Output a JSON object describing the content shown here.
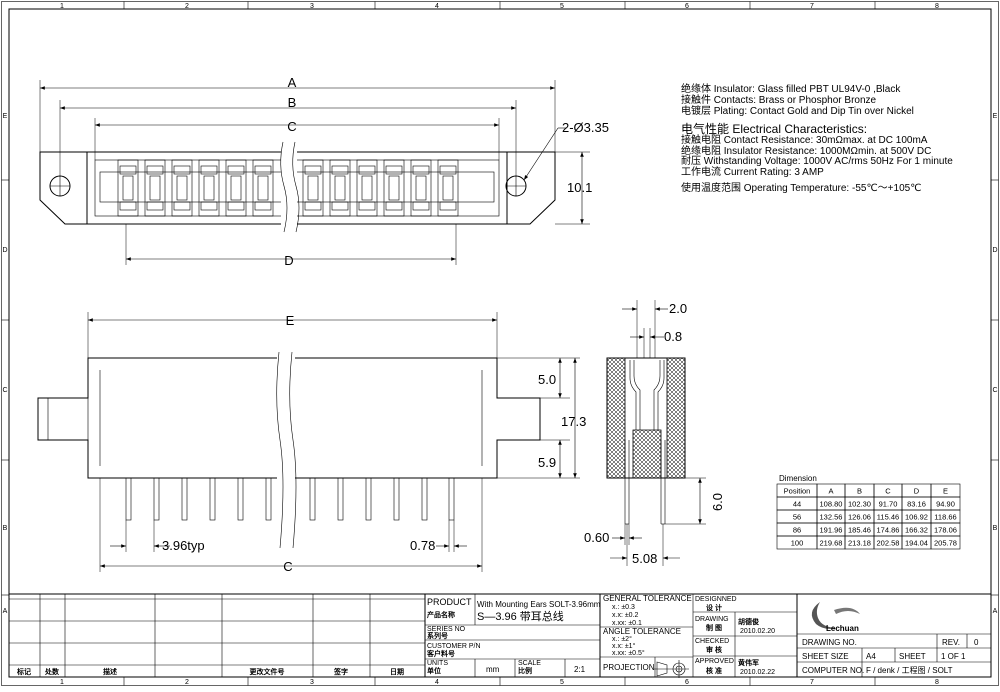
{
  "border": {
    "cols": [
      "1",
      "2",
      "3",
      "4",
      "5",
      "6",
      "7",
      "8"
    ],
    "rows": [
      "E",
      "D",
      "C",
      "B",
      "A"
    ]
  },
  "top_view": {
    "dim_a": "A",
    "dim_b": "B",
    "dim_c": "C",
    "dim_d": "D",
    "hole_callout": "2-Ø3.35",
    "height": "10.1"
  },
  "front_view": {
    "dim_e": "E",
    "dim_c": "C",
    "upper": "5.0",
    "total": "17.3",
    "lower": "5.9",
    "pitch": "3.96typ",
    "pin_width": "0.78"
  },
  "side_view": {
    "d1": "2.0",
    "d2": "0.8",
    "tail": "6.0",
    "pin": "0.60",
    "row_pitch": "5.08"
  },
  "spec_notes": [
    "绝缘体 Insulator: Glass filled PBT UL94V-0 ,Black",
    "接触件 Contacts: Brass or  Phosphor Bronze",
    "电镀层 Plating: Contact Gold and Dip Tin over Nickel"
  ],
  "electrical_title": "电气性能 Electrical Characteristics:",
  "electrical_notes": [
    "接触电阻 Contact Resistance: 30mΩmax. at DC 100mA",
    "绝缘电阻 Insulator Resistance: 1000MΩmin. at 500V DC",
    "耐压 Withstanding Voltage: 1000V AC/rms 50Hz For 1 minute",
    "工作电流 Current Rating: 3 AMP"
  ],
  "temperature_note": "使用温度范围 Operating Temperature: -55℃～+105℃",
  "dimension_table": {
    "title": "Dimension",
    "headers": [
      "Position",
      "A",
      "B",
      "C",
      "D",
      "E"
    ],
    "rows": [
      [
        "44",
        "108.80",
        "102.30",
        "91.70",
        "83.16",
        "94.90"
      ],
      [
        "56",
        "132.56",
        "126.06",
        "115.46",
        "106.92",
        "118.66"
      ],
      [
        "86",
        "191.96",
        "185.46",
        "174.86",
        "166.32",
        "178.06"
      ],
      [
        "100",
        "219.68",
        "213.18",
        "202.58",
        "194.04",
        "205.78"
      ]
    ]
  },
  "title_block": {
    "product_label": "PRODUCT",
    "product_label_cn": "产品名称",
    "product_name": "With Mounting Ears SOLT-3.96mm",
    "product_name_cn": "S—3.96 带耳总线",
    "series_label": "SERIES NO",
    "series_label_cn": "系列号",
    "customer_label": "CUSTOMER P/N",
    "customer_label_cn": "客户料号",
    "units_label": "UNITS",
    "units_label_cn": "单位",
    "units_value": "mm",
    "scale_label": "SCALE",
    "scale_label_cn": "比例",
    "scale_value": "2:1",
    "general_tol_title": "GENERAL TOLERANCE",
    "general_tol": [
      "x.:   ±0.3",
      "x.x:   ±0.2",
      "x.xx:  ±0.1"
    ],
    "angle_tol_title": "ANGLE TOLERANCE",
    "angle_tol": [
      "x.:    ±2°",
      "x.x:   ±1°",
      "x.xx: ±0.5°"
    ],
    "projection_label": "PROJECTION",
    "designed_label": "DESIGNNED",
    "designed_label_cn": "设 计",
    "drawing_label": "DRAWING",
    "drawing_label_cn": "制 图",
    "drawer_name": "胡德俊",
    "drawing_date": "2010.02.20",
    "checked_label": "CHECKED",
    "checked_label_cn": "审 核",
    "approved_label": "APPROVED",
    "approved_label_cn": "核 准",
    "approver_name": "黄伟军",
    "approved_date": "2010.02.22",
    "company": "Lechuan",
    "drawing_no_label": "DRAWING NO.",
    "rev_label": "REV.",
    "rev_value": "0",
    "sheet_size_label": "SHEET SIZE",
    "sheet_size_value": "A4",
    "sheet_label": "SHEET",
    "sheet_value": "1 OF 1",
    "computer_no_label": "COMPUTER NO.",
    "computer_no_value": "F / denk / 工程图 / SOLT",
    "revision_headers": [
      "标记",
      "处数",
      "描述",
      "更改文件号",
      "签字",
      "日期"
    ]
  }
}
